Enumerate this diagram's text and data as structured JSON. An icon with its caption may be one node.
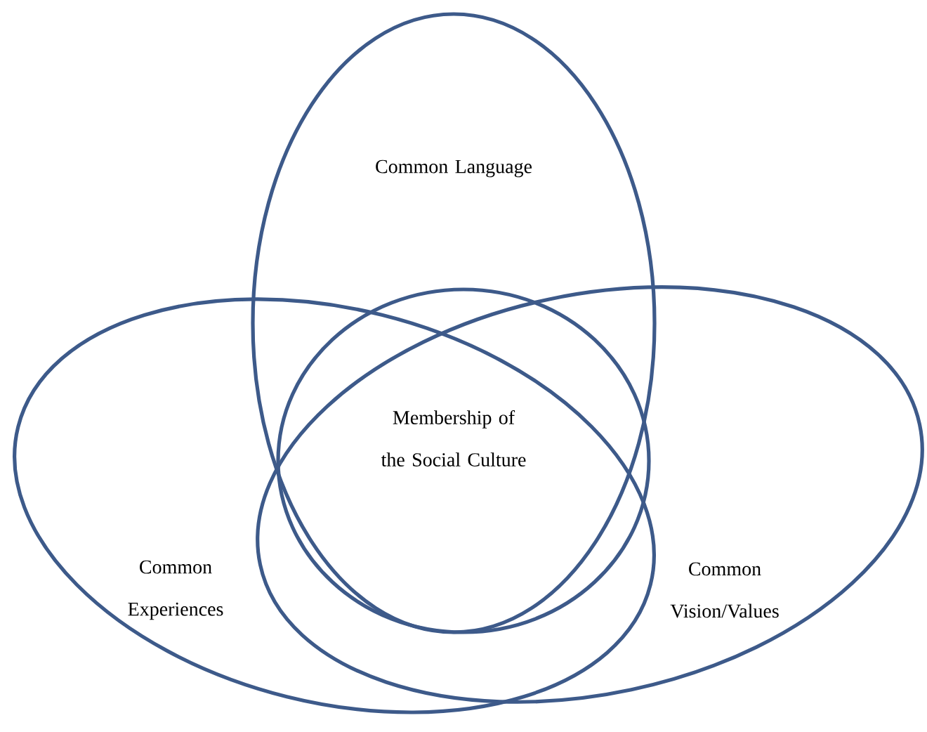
{
  "diagram": {
    "nodes": [
      {
        "text": [
          "Common Language"
        ]
      },
      {
        "text": [
          "Membership of the Social Culture"
        ]
      },
      {
        "text": [
          "Common Experiences"
        ]
      },
      {
        "text": [
          "Common Vision/Values"
        ]
      }
    ]
  }
}
